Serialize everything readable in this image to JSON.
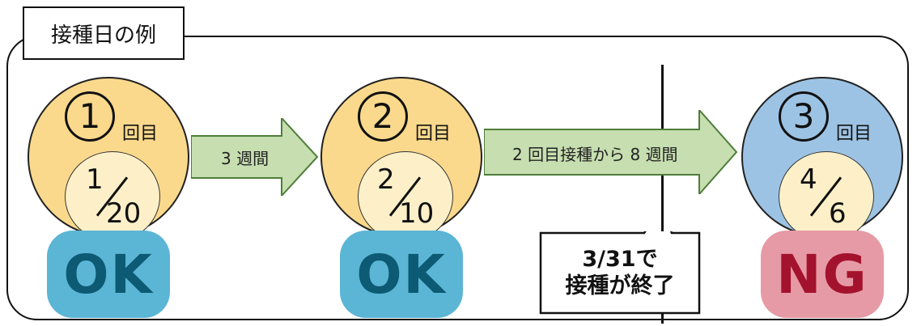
{
  "title": "接種日の例",
  "arrows": [
    {
      "label": "3 週間"
    },
    {
      "label": "2 回目接種から 8 週間"
    }
  ],
  "doses": [
    {
      "number": "1",
      "suffix": "回目",
      "month": "1",
      "day": "20",
      "status": "OK",
      "outer_color": "#fad98c",
      "inner_color": "#fdf0c8",
      "badge_color": "#5bb5d5",
      "badge_text_color": "#0c5a73"
    },
    {
      "number": "2",
      "suffix": "回目",
      "month": "2",
      "day": "10",
      "status": "OK",
      "outer_color": "#fad98c",
      "inner_color": "#fdf0c8",
      "badge_color": "#5bb5d5",
      "badge_text_color": "#0c5a73"
    },
    {
      "number": "3",
      "suffix": "回目",
      "month": "4",
      "day": "6",
      "status": "NG",
      "outer_color": "#9dc3e4",
      "inner_color": "#fdf0c8",
      "badge_color": "#e69aa5",
      "badge_text_color": "#a3132e"
    }
  ],
  "callout": {
    "line1": "3/31で",
    "line2": "接種が終了"
  },
  "colors": {
    "arrow_fill": "#c6deb0",
    "arrow_stroke": "#4f7d3a",
    "line": "#111111"
  }
}
